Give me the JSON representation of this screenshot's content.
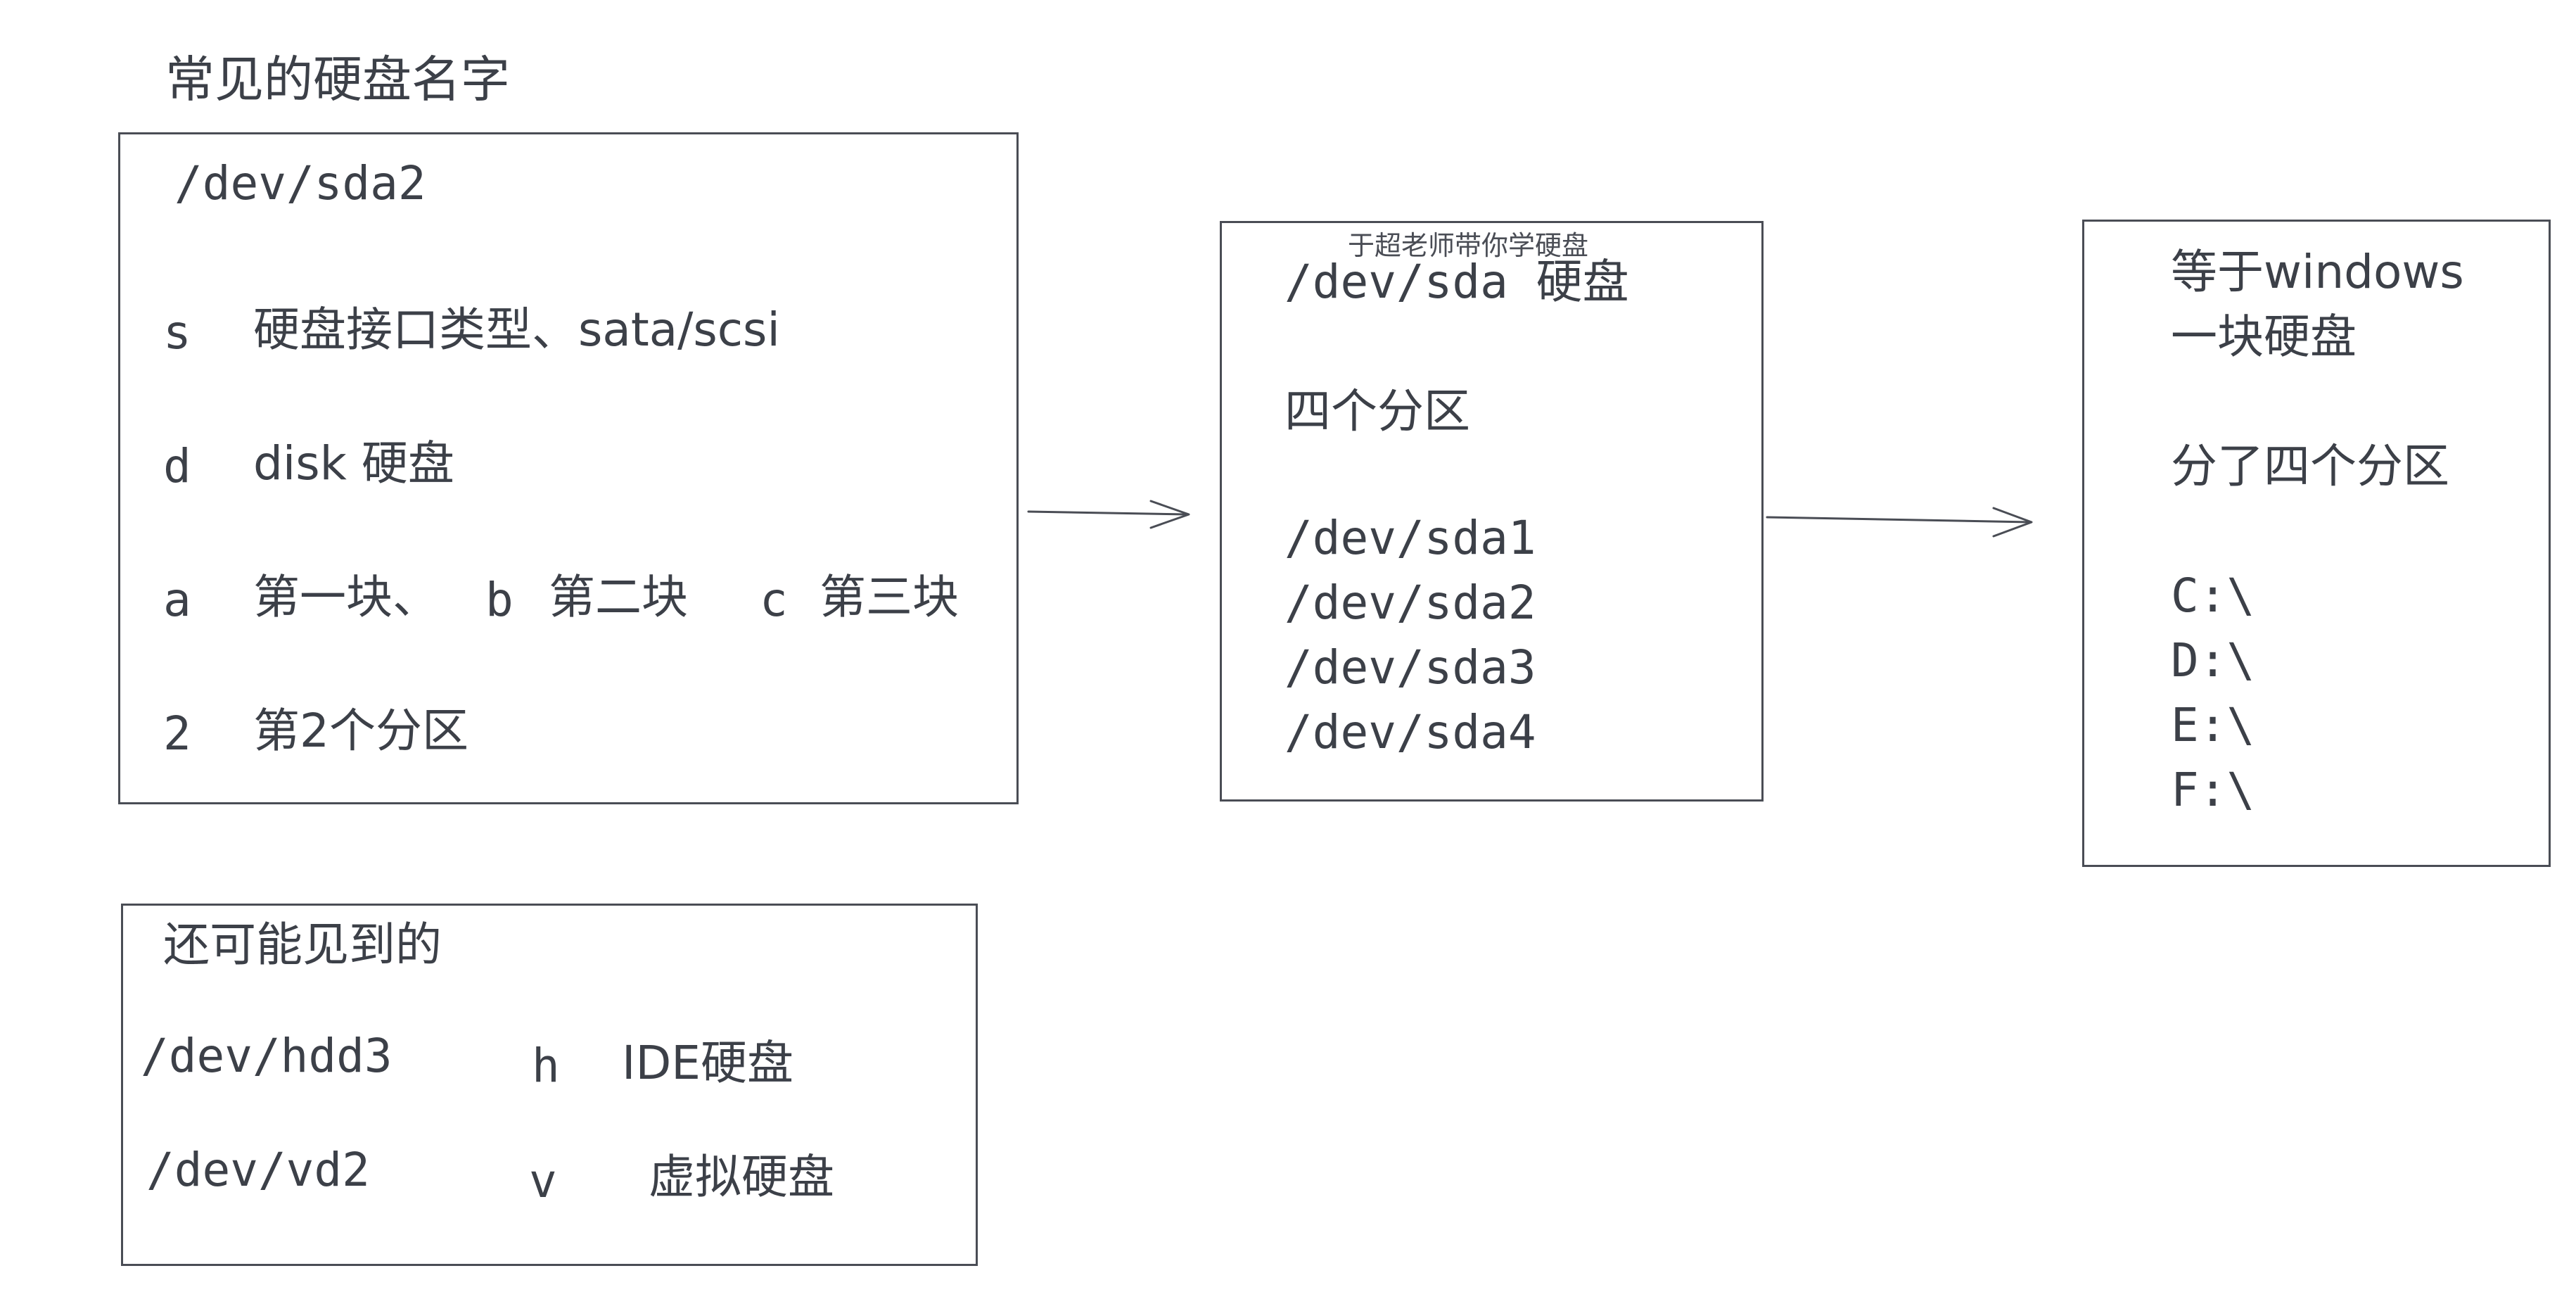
{
  "heading_top_left": "常见的硬盘名字",
  "box_naming": {
    "device": "/dev/sda2",
    "rows": [
      {
        "letter": "s",
        "desc": "硬盘接口类型、sata/scsi"
      },
      {
        "letter": "d",
        "desc": "disk 硬盘"
      },
      {
        "letter": "a",
        "desc": "第一块、"
      },
      {
        "letter": "2",
        "desc": "第2个分区"
      }
    ],
    "extra_b_letter": "b",
    "extra_b_desc": "第二块",
    "extra_c_letter": "c",
    "extra_c_desc": "第三块"
  },
  "box_partitions": {
    "watermark": "于超老师带你学硬盘",
    "title": "/dev/sda 硬盘",
    "subtitle": "四个分区",
    "items": [
      "/dev/sda1",
      "/dev/sda2",
      "/dev/sda3",
      "/dev/sda4"
    ]
  },
  "box_windows": {
    "line1": "等于windows",
    "line2": "一块硬盘",
    "subtitle": "分了四个分区",
    "drives": [
      "C:\\",
      "D:\\",
      "E:\\",
      "F:\\"
    ]
  },
  "box_other": {
    "title": "还可能见到的",
    "rows": [
      {
        "device": "/dev/hdd3",
        "letter": "h",
        "desc": "IDE硬盘"
      },
      {
        "device": "/dev/vd2",
        "letter": "v",
        "desc": "虚拟硬盘"
      }
    ]
  }
}
